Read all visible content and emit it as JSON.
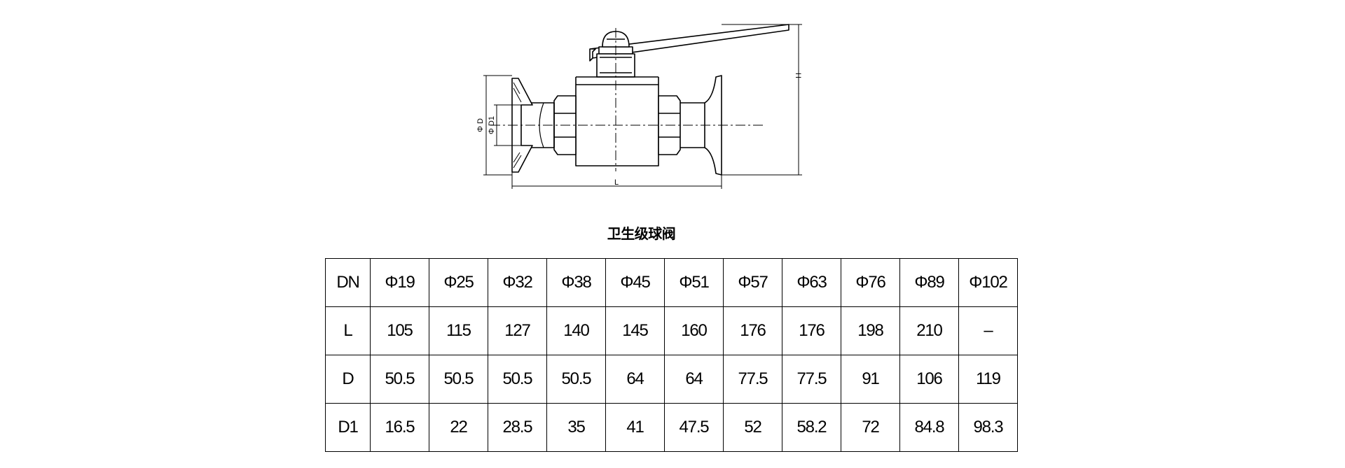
{
  "drawing": {
    "dim_labels": {
      "height": "H",
      "length": "L",
      "outer_diameter": "Φ D",
      "inner_diameter": "Φ D1"
    }
  },
  "table": {
    "title": "卫生级球阀",
    "rows": [
      {
        "label": "DN",
        "cells": [
          "Φ19",
          "Φ25",
          "Φ32",
          "Φ38",
          "Φ45",
          "Φ51",
          "Φ57",
          "Φ63",
          "Φ76",
          "Φ89",
          "Φ102"
        ]
      },
      {
        "label": "L",
        "cells": [
          "105",
          "115",
          "127",
          "140",
          "145",
          "160",
          "176",
          "176",
          "198",
          "210",
          "–"
        ]
      },
      {
        "label": "D",
        "cells": [
          "50.5",
          "50.5",
          "50.5",
          "50.5",
          "64",
          "64",
          "77.5",
          "77.5",
          "91",
          "106",
          "119"
        ]
      },
      {
        "label": "D1",
        "cells": [
          "16.5",
          "22",
          "28.5",
          "35",
          "41",
          "47.5",
          "52",
          "58.2",
          "72",
          "84.8",
          "98.3"
        ]
      }
    ]
  }
}
